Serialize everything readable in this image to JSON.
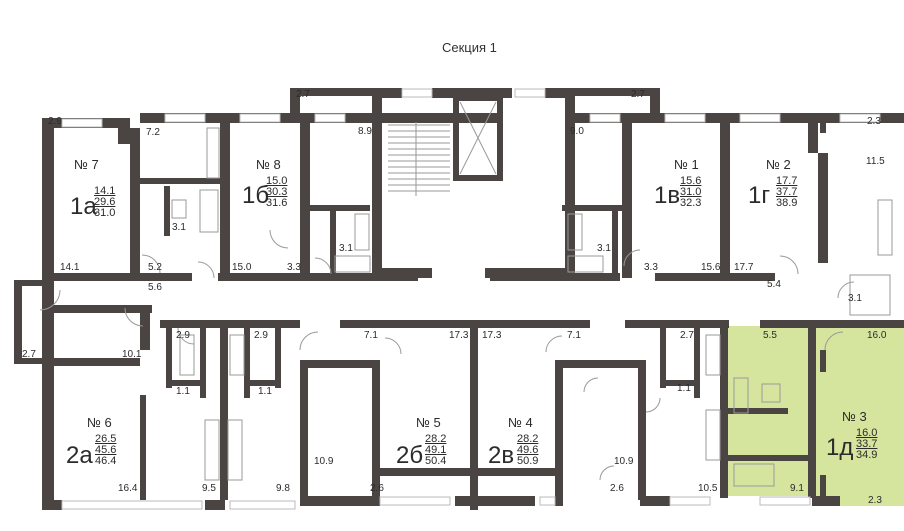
{
  "section_title": "Секция 1",
  "colors": {
    "wall": "#4a4543",
    "highlight": "#d6e59e",
    "glass": "#bbbbbb",
    "fixture": "#999999"
  },
  "apartments": [
    {
      "number": "№ 7",
      "type": "1а",
      "areas": [
        "14.1",
        "29.6",
        "31.0"
      ]
    },
    {
      "number": "№ 8",
      "type": "1б",
      "areas": [
        "15.0",
        "30.3",
        "31.6"
      ]
    },
    {
      "number": "№ 1",
      "type": "1в",
      "areas": [
        "15.6",
        "31.0",
        "32.3"
      ]
    },
    {
      "number": "№ 2",
      "type": "1г",
      "areas": [
        "17.7",
        "37.7",
        "38.9"
      ]
    },
    {
      "number": "№ 6",
      "type": "2а",
      "areas": [
        "26.5",
        "45.6",
        "46.4"
      ]
    },
    {
      "number": "№ 5",
      "type": "2б",
      "areas": [
        "28.2",
        "49.1",
        "50.4"
      ]
    },
    {
      "number": "№ 4",
      "type": "2в",
      "areas": [
        "28.2",
        "49.6",
        "50.9"
      ]
    },
    {
      "number": "№ 3",
      "type": "1д",
      "areas": [
        "16.0",
        "33.7",
        "34.9"
      ]
    }
  ],
  "room_labels": [
    "2.9",
    "7.2",
    "8.9",
    "2.7",
    "2.7",
    "9.0",
    "2.3",
    "11.5",
    "3.1",
    "3.1",
    "3.1",
    "14.1",
    "5.2",
    "15.0",
    "3.3",
    "3.3",
    "15.6",
    "17.7",
    "5.6",
    "5.4",
    "3.1",
    "2.7",
    "10.1",
    "2.9",
    "2.9",
    "7.1",
    "17.3",
    "17.3",
    "7.1",
    "2.7",
    "5.5",
    "16.0",
    "1.1",
    "1.1",
    "1.1",
    "10.9",
    "10.9",
    "16.4",
    "9.5",
    "9.8",
    "2.6",
    "2.6",
    "10.5",
    "9.1",
    "2.3"
  ]
}
